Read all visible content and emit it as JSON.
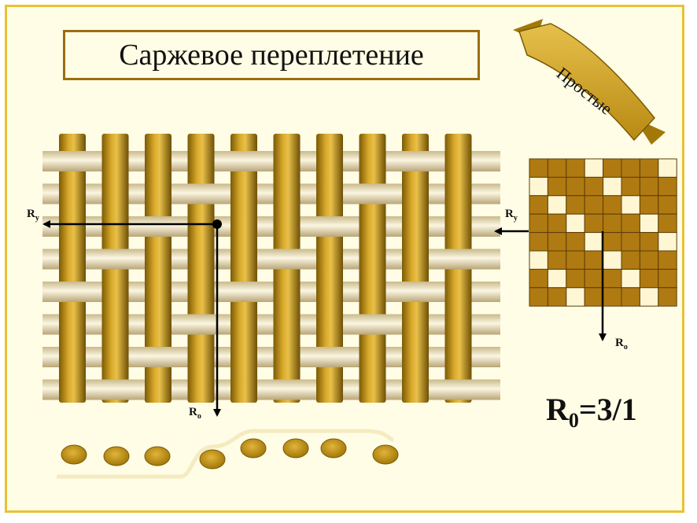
{
  "title": "Саржевое переплетение",
  "ribbon_label": "Простые",
  "repeat": {
    "prefix": "R",
    "subscript": "0",
    "value": "=3/1"
  },
  "labels": {
    "r_weft_left": "R",
    "r_weft_left_sub": "у",
    "r_warp_left": "R",
    "r_warp_left_sub": "о",
    "r_weft_right": "R",
    "r_weft_right_sub": "у",
    "r_warp_right": "R",
    "r_warp_right_sub": "о"
  },
  "colors": {
    "frame_border": "#E9C233",
    "background": "#FFFDE6",
    "warp_gold": "#B88A0C",
    "weft_cream": "#F2EAC8",
    "grid_filled": "#B07A12",
    "grid_empty": "#FFF6D4",
    "title_border": "#9A6E10"
  }
}
